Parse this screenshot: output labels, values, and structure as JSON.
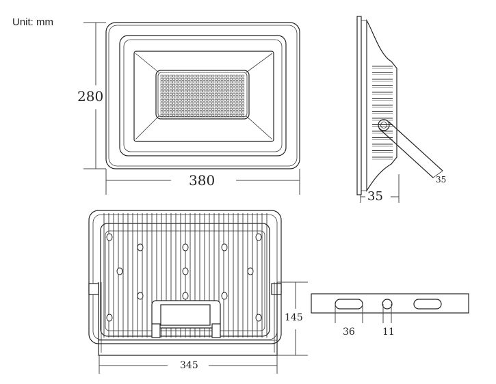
{
  "unit_label": "Unit: mm",
  "dimensions": {
    "front_height": "280",
    "front_width": "380",
    "side_depth": "35",
    "bracket_angle_label": "35",
    "bracket_height": "145",
    "bracket_width": "345",
    "slot_length": "36",
    "hole_diameter": "11"
  }
}
